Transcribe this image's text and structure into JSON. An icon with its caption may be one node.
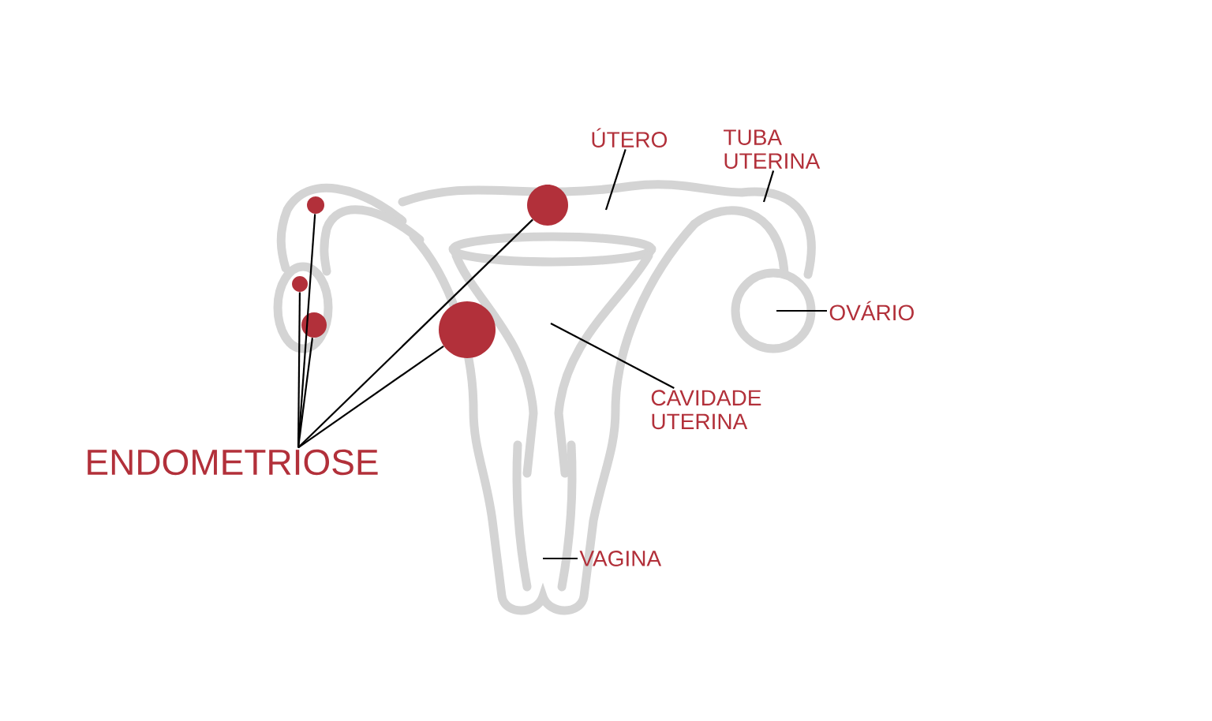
{
  "diagram": {
    "nodes": [
      {
        "text": [
          "ENDOMETRIOSE"
        ]
      },
      {
        "text": [],
        "shape": "circle"
      },
      {
        "text": [],
        "shape": "circle"
      },
      {
        "text": [],
        "shape": "circle"
      },
      {
        "text": [],
        "shape": "circle"
      },
      {
        "text": [],
        "shape": "circle"
      },
      {
        "text": [
          "ÚTERO"
        ]
      },
      {
        "text": [
          "TUBA UTERINA"
        ]
      },
      {
        "text": [
          "OVÁRIO"
        ]
      },
      {
        "text": [
          "CAVIDADE UTERINA"
        ]
      },
      {
        "text": [
          "VAGINA"
        ]
      }
    ],
    "edges": [
      {
        "from": 0,
        "to": 1,
        "arrow": "none"
      },
      {
        "from": 0,
        "to": 2,
        "arrow": "none"
      },
      {
        "from": 0,
        "to": 3,
        "arrow": "none"
      },
      {
        "from": 0,
        "to": 4,
        "arrow": "none"
      },
      {
        "from": 0,
        "to": 5,
        "arrow": "none"
      },
      {
        "from": 6,
        "to": null,
        "arrow": "none"
      },
      {
        "from": 7,
        "to": null,
        "arrow": "none"
      },
      {
        "from": 8,
        "to": null,
        "arrow": "none"
      },
      {
        "from": 9,
        "to": null,
        "arrow": "none"
      },
      {
        "from": 10,
        "to": null,
        "arrow": "none"
      }
    ]
  }
}
